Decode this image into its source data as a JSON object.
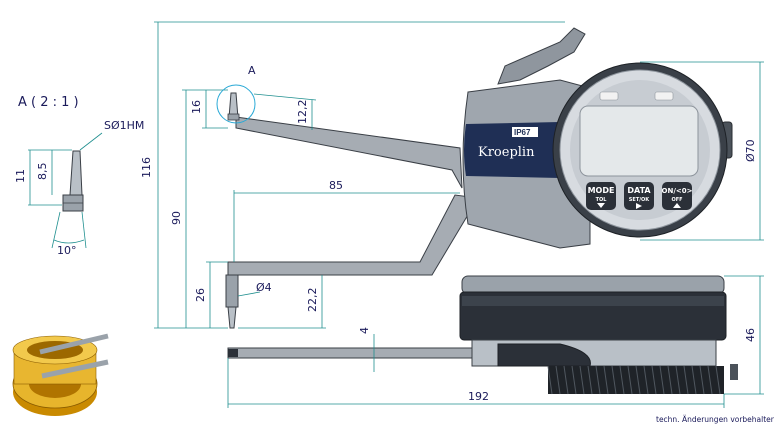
{
  "detail": {
    "title": "A ( 2 : 1 )",
    "tip_label": "SØ1HM",
    "dim_11": "11",
    "dim_8_5": "8,5",
    "angle": "10°"
  },
  "dimensions": {
    "total_height": "116",
    "height_90": "90",
    "tip_16": "16",
    "tip_12_2": "12,2",
    "callout_A": "A",
    "reach_85": "85",
    "lower_26": "26",
    "diameter_4": "Ø4",
    "lower_22_2": "22,2",
    "diameter_70": "Ø70",
    "thickness_4": "4",
    "height_46": "46",
    "length_192": "192"
  },
  "device": {
    "brand": "Kroeplin",
    "ip_rating": "IP67",
    "buttons": [
      {
        "label": "MODE",
        "sub": "TOL"
      },
      {
        "label": "DATA",
        "sub": "SET/OK"
      },
      {
        "label": "ON/<0>",
        "sub": "OFF"
      }
    ]
  },
  "footer": {
    "note": "techn. Änderungen vorbehalten"
  }
}
